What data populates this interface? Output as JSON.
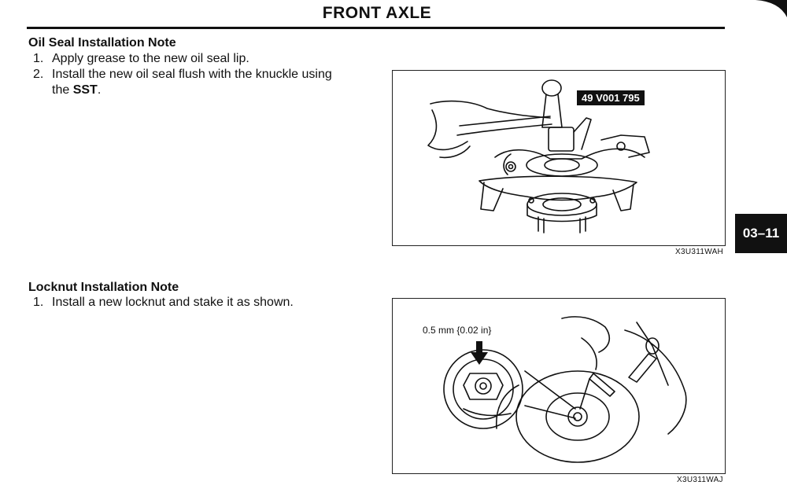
{
  "header": {
    "title": "FRONT AXLE"
  },
  "side_tab": {
    "label": "03–11"
  },
  "oil_seal": {
    "heading": "Oil Seal Installation Note",
    "steps": [
      {
        "num": "1.",
        "text": "Apply grease to the new oil seal lip."
      },
      {
        "num": "2.",
        "text_before": "Install the new oil seal flush with the knuckle using the ",
        "strong": "SST",
        "text_after": "."
      }
    ],
    "figure": {
      "tool_label": "49 V001 795",
      "code": "X3U311WAH"
    }
  },
  "locknut": {
    "heading": "Locknut Installation Note",
    "steps": [
      {
        "num": "1.",
        "text": "Install a new locknut and stake it as shown."
      }
    ],
    "figure": {
      "dimension": "0.5 mm {0.02 in}",
      "code": "X3U311WAJ"
    }
  }
}
